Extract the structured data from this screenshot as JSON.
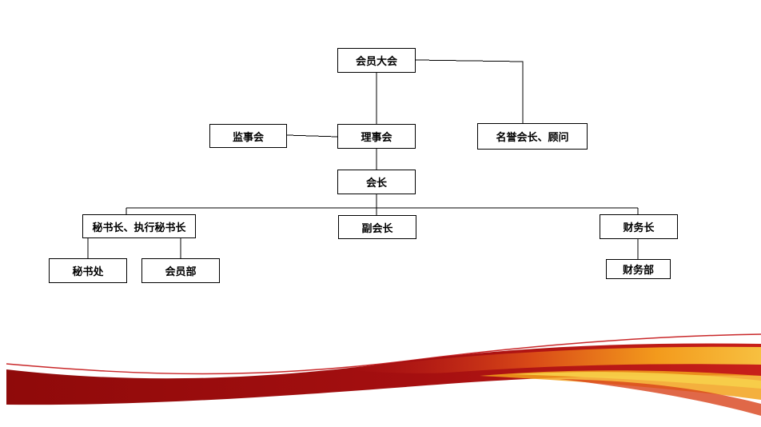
{
  "org_chart": {
    "nodes": {
      "assembly": "会员大会",
      "supervisory_board": "监事会",
      "council": "理事会",
      "honorary": "名誉会长、顾问",
      "president": "会长",
      "secretary_general": "秘书长、执行秘书长",
      "vice_president": "副会长",
      "finance_head": "财务长",
      "secretariat": "秘书处",
      "membership_dept": "会员部",
      "finance_dept": "财务部"
    },
    "edges": [
      [
        "assembly",
        "council"
      ],
      [
        "assembly",
        "honorary"
      ],
      [
        "supervisory_board",
        "council"
      ],
      [
        "council",
        "president"
      ],
      [
        "president",
        "secretary_general"
      ],
      [
        "president",
        "vice_president"
      ],
      [
        "president",
        "finance_head"
      ],
      [
        "secretary_general",
        "secretariat"
      ],
      [
        "secretary_general",
        "membership_dept"
      ],
      [
        "finance_head",
        "finance_dept"
      ]
    ]
  },
  "decoration": {
    "swoosh_colors": [
      "#9b0e0e",
      "#c61b14",
      "#e8731a",
      "#f5a21c",
      "#f7c744"
    ]
  }
}
